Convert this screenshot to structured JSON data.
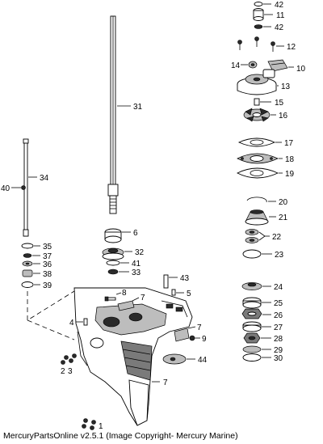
{
  "footer": {
    "text": "MercuryPartsOnline v2.5.1 (Image Copyright- Mercury Marine)"
  },
  "callouts": {
    "c42a": "42",
    "c11": "11",
    "c42b": "42",
    "c12": "12",
    "c10": "10",
    "c14": "14",
    "c13": "13",
    "c15": "15",
    "c16": "16",
    "c17": "17",
    "c18": "18",
    "c19": "19",
    "c20": "20",
    "c21": "21",
    "c22": "22",
    "c23": "23",
    "c24": "24",
    "c25": "25",
    "c26": "26",
    "c27": "27",
    "c28": "28",
    "c29": "29",
    "c30": "30",
    "c31": "31",
    "c34": "34",
    "c40": "40",
    "c35": "35",
    "c37": "37",
    "c36": "36",
    "c38": "38",
    "c39": "39",
    "c6": "6",
    "c32": "32",
    "c41": "41",
    "c33": "33",
    "c43": "43",
    "c8": "8",
    "c7a": "7",
    "c5": "5",
    "c4": "4",
    "c7b": "7",
    "c9": "9",
    "c44": "44",
    "c2": "2",
    "c3": "3",
    "c7c": "7",
    "c1": "1"
  }
}
